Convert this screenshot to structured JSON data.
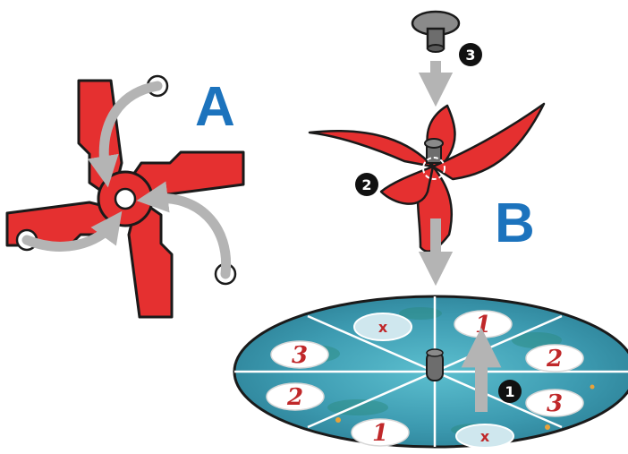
{
  "labels": {
    "part_a": "A",
    "part_b": "B"
  },
  "steps": [
    {
      "marker": "1"
    },
    {
      "marker": "2"
    },
    {
      "marker": "3"
    }
  ],
  "board": {
    "segment_numbers": [
      "1",
      "2",
      "3",
      "1",
      "2",
      "3"
    ],
    "special_labels": [
      "x",
      "x"
    ]
  },
  "colors": {
    "spinner_red": "#e53030",
    "outline": "#1a1a1a",
    "arrow_gray": "#b4b4b4",
    "label_blue": "#1c73bd",
    "board_teal": "#3d9bb1",
    "number_red": "#c0282a"
  },
  "icons": [
    "curved-arrow-icon",
    "down-arrow-icon",
    "up-arrow-icon",
    "step-marker-icon"
  ]
}
